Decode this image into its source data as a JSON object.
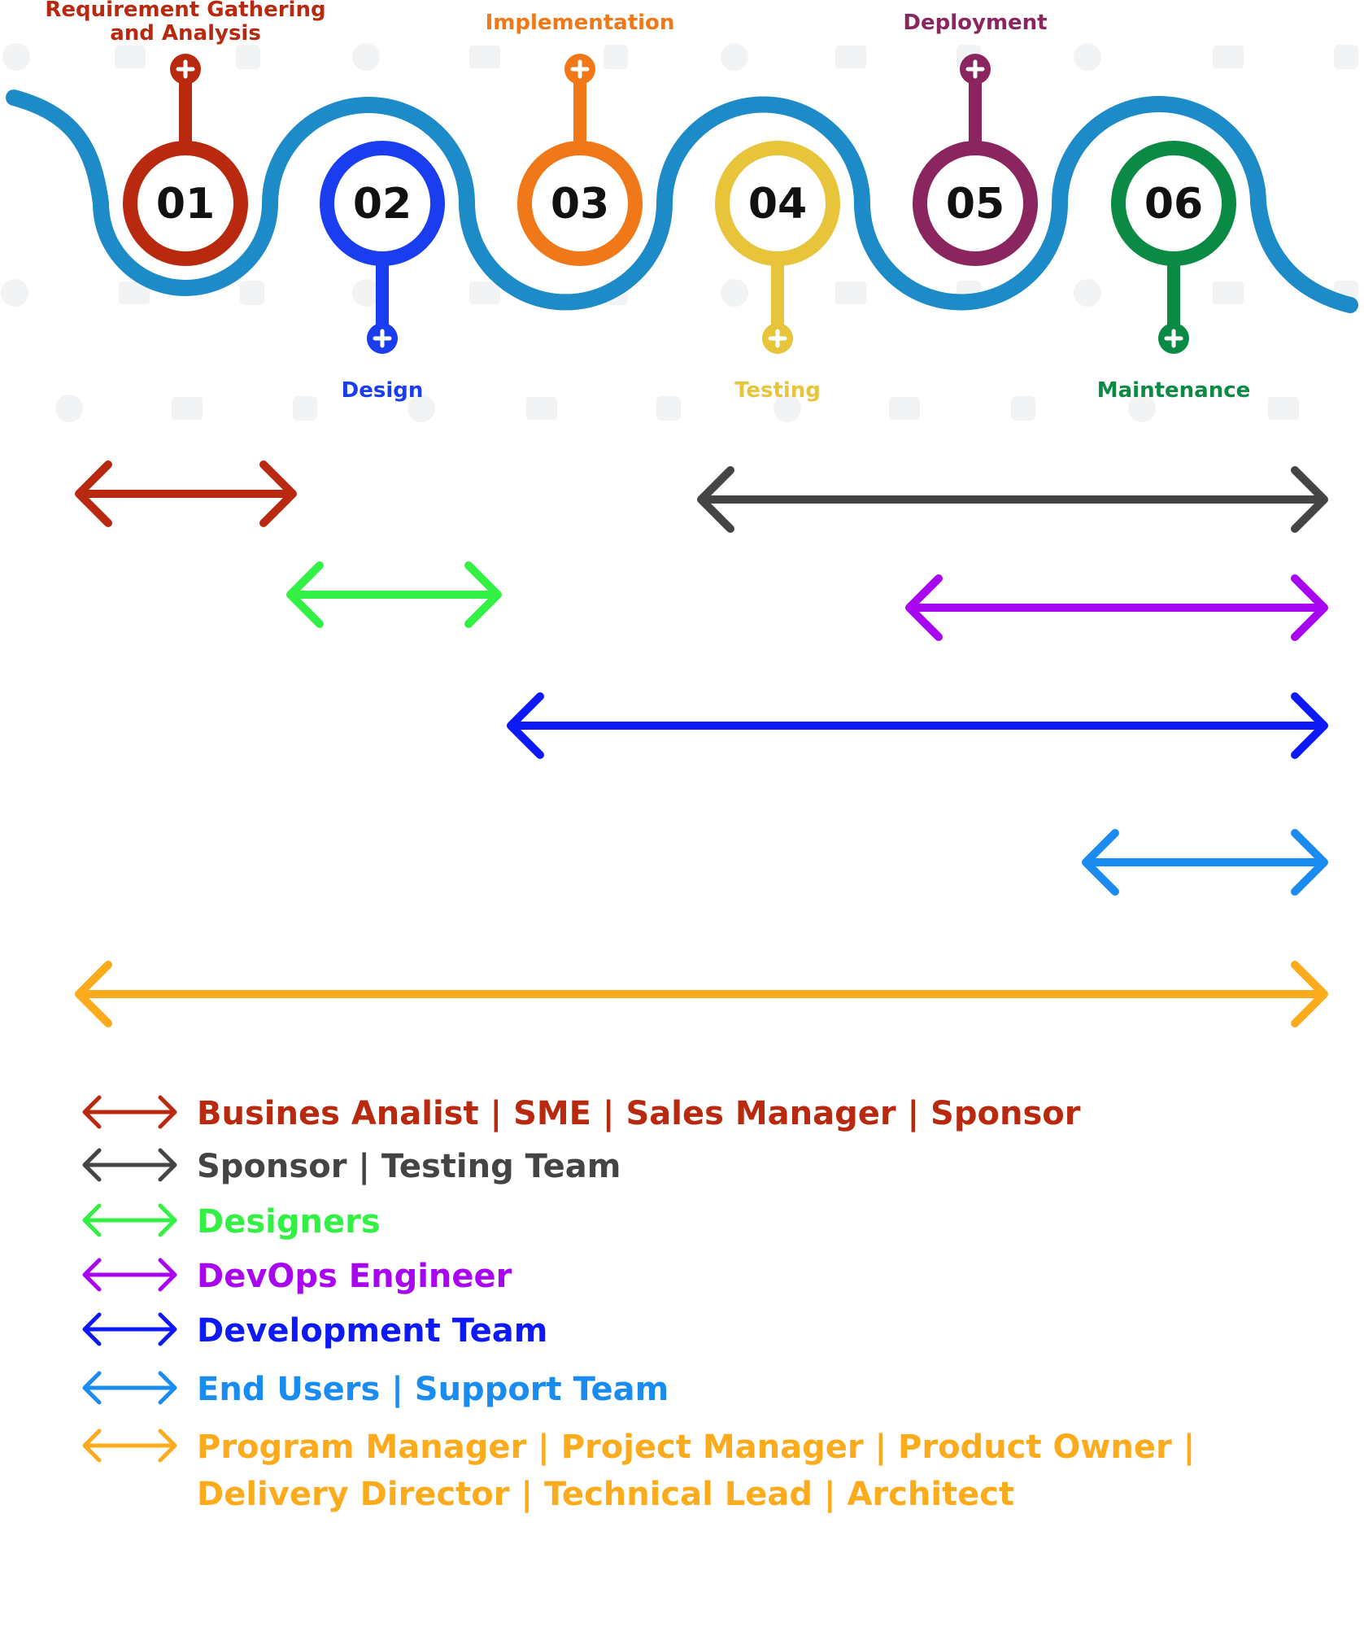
{
  "colors": {
    "wave": "#1e8bc9",
    "watermark": "#f1f3f5",
    "number_text": "#111111"
  },
  "stages": [
    {
      "number": "01",
      "label_lines": [
        "Requirement Gathering",
        "and Analysis"
      ],
      "color": "#b8290f"
    },
    {
      "number": "02",
      "label_lines": [
        "Design"
      ],
      "color": "#1a3df0"
    },
    {
      "number": "03",
      "label_lines": [
        "Implementation"
      ],
      "color": "#f07818"
    },
    {
      "number": "04",
      "label_lines": [
        "Testing"
      ],
      "color": "#e8c43a"
    },
    {
      "number": "05",
      "label_lines": [
        "Deployment"
      ],
      "color": "#8b2560"
    },
    {
      "number": "06",
      "label_lines": [
        "Maintenance"
      ],
      "color": "#0b8a45"
    }
  ],
  "roles": [
    {
      "label": "Busines Analist | SME | Sales Manager | Sponsor",
      "color": "#b8290f",
      "from_stage": 1,
      "to_stage": 1
    },
    {
      "label": "Sponsor | Testing Team",
      "color": "#444444",
      "from_stage": 4,
      "to_stage": 6
    },
    {
      "label": "Designers",
      "color": "#33f044",
      "from_stage": 2,
      "to_stage": 2
    },
    {
      "label": "DevOps Engineer",
      "color": "#a805f0",
      "from_stage": 5,
      "to_stage": 6
    },
    {
      "label": "Development Team",
      "color": "#0d1af5",
      "from_stage": 3,
      "to_stage": 6
    },
    {
      "label": "End Users | Support Team",
      "color": "#1a8cf0",
      "from_stage": 6,
      "to_stage": 6
    },
    {
      "label_lines": [
        "Program Manager | Project Manager | Product Owner |",
        "Delivery Director | Technical Lead | Architect"
      ],
      "color": "#fbab1c",
      "from_stage": 1,
      "to_stage": 6
    }
  ]
}
